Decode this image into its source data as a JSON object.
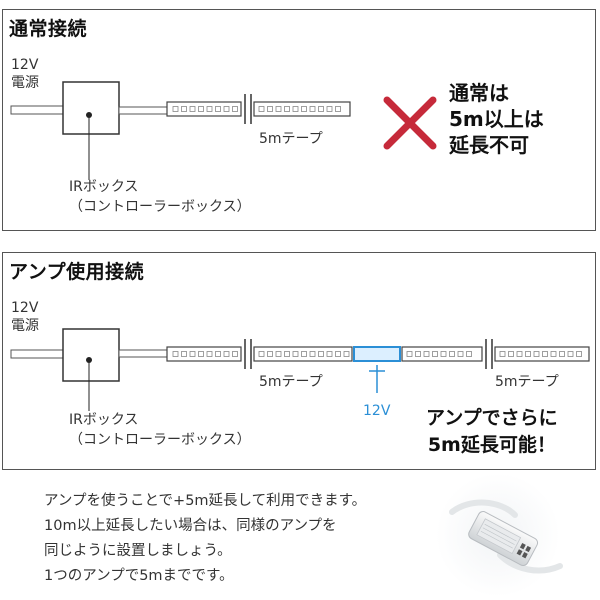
{
  "normal": {
    "title": "通常接続",
    "power_line1": "12V",
    "power_line2": "電源",
    "tape_label": "5mテープ",
    "box_label": "IRボックス",
    "box_sub": "（コントローラーボックス）",
    "warning": [
      "通常は",
      "5m以上は",
      "延長不可"
    ],
    "cross_color": "#c62a3a"
  },
  "amp": {
    "title": "アンプ使用接続",
    "power_line1": "12V",
    "power_line2": "電源",
    "tape_label_1": "5mテープ",
    "tape_label_2": "5mテープ",
    "amp_voltage": "12V",
    "box_label": "IRボックス",
    "box_sub": "（コントローラーボックス）",
    "callout": [
      "アンプでさらに",
      "5m延長可能！"
    ],
    "amp_color": "#2b8fd6"
  },
  "footer": {
    "lines": [
      "アンプを使うことで+5m延長して利用できます。",
      "10m以上延長したい場合は、同様のアンプを",
      "同じように設置しましょう。",
      "1つのアンプで5mまでです。"
    ]
  }
}
